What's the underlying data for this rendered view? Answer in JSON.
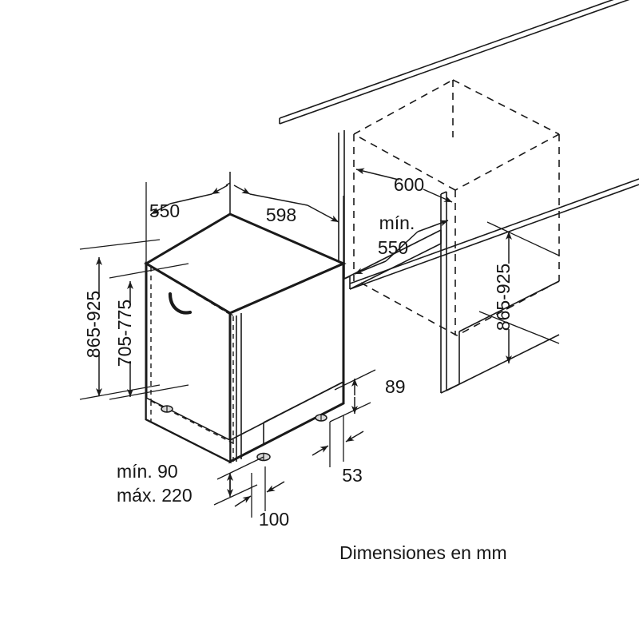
{
  "drawing": {
    "title": "Dishwasher built-in installation dimensions",
    "caption": "Dimensiones en mm",
    "units": "mm",
    "line_color": "#1a1a1a",
    "background": "#ffffff"
  },
  "dimensions": {
    "appliance_depth": "550",
    "appliance_width": "598",
    "niche_height_outer": "865-925",
    "appliance_height": "705-775",
    "cabinet_width": "600",
    "cabinet_depth_min": "mín.",
    "cabinet_depth_min_value": "550",
    "cabinet_height": "865-925",
    "plinth_height_min": "mín. 90",
    "plinth_height_max": "máx. 220",
    "plinth_setback": "100",
    "door_gap": "53",
    "base_height": "89"
  },
  "labels": [
    {
      "id": "depth-550",
      "text": "550"
    },
    {
      "id": "width-598",
      "text": "598"
    },
    {
      "id": "height-865-925-left",
      "text": "865-925"
    },
    {
      "id": "height-705-775",
      "text": "705-775"
    },
    {
      "id": "cabinet-600",
      "text": "600"
    },
    {
      "id": "cabinet-min",
      "text": "mín."
    },
    {
      "id": "cabinet-550",
      "text": "550"
    },
    {
      "id": "height-865-925-right",
      "text": "865-925"
    },
    {
      "id": "base-89",
      "text": "89"
    },
    {
      "id": "gap-53",
      "text": "53"
    },
    {
      "id": "plinth-min-90",
      "text": "mín. 90"
    },
    {
      "id": "plinth-max-220",
      "text": "máx. 220"
    },
    {
      "id": "setback-100",
      "text": "100"
    },
    {
      "id": "caption",
      "text": "Dimensiones en mm"
    }
  ]
}
